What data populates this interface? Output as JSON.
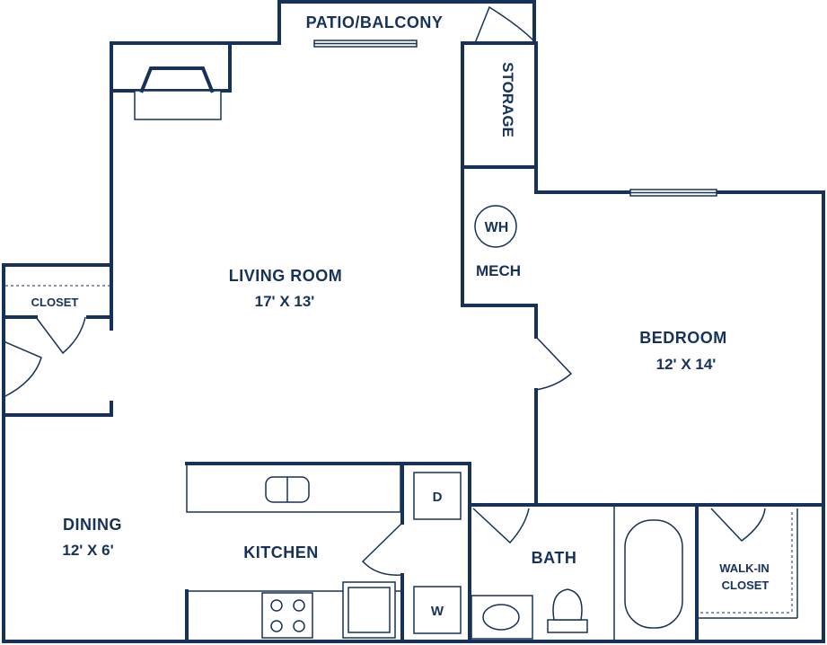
{
  "colors": {
    "wall": "#17325a",
    "background": "#ffffff"
  },
  "rooms": {
    "patio": {
      "name": "PATIO/BALCONY"
    },
    "storage": {
      "name": "STORAGE"
    },
    "mech": {
      "name": "MECH",
      "water_heater": "WH"
    },
    "living": {
      "name": "LIVING ROOM",
      "size": "17' X 13'"
    },
    "closet": {
      "name": "CLOSET"
    },
    "bedroom": {
      "name": "BEDROOM",
      "size": "12' X 14'"
    },
    "dining": {
      "name": "DINING",
      "size": "12' X 6'"
    },
    "kitchen": {
      "name": "KITCHEN"
    },
    "bath": {
      "name": "BATH"
    },
    "walkin": {
      "name_line1": "WALK-IN",
      "name_line2": "CLOSET"
    }
  },
  "appliances": {
    "dryer": "D",
    "washer": "W"
  }
}
